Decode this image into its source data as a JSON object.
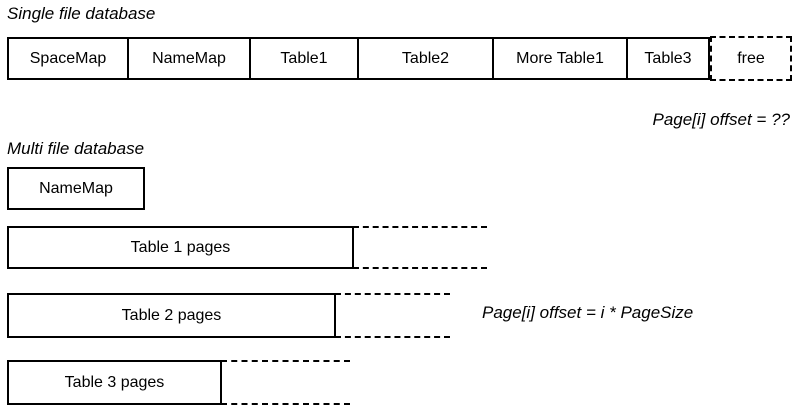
{
  "single_file": {
    "caption": "Single file database",
    "segments": [
      {
        "label": "SpaceMap",
        "kind": "solid"
      },
      {
        "label": "NameMap",
        "kind": "solid"
      },
      {
        "label": "Table1",
        "kind": "solid"
      },
      {
        "label": "Table2",
        "kind": "solid"
      },
      {
        "label": "More Table1",
        "kind": "solid"
      },
      {
        "label": "Table3",
        "kind": "solid"
      },
      {
        "label": "free",
        "kind": "dashed"
      }
    ],
    "annotation": "Page[i] offset = ??"
  },
  "multi_file": {
    "caption": "Multi file database",
    "files": [
      {
        "label": "NameMap",
        "has_dashed_tail": false
      },
      {
        "label": "Table 1 pages",
        "has_dashed_tail": true
      },
      {
        "label": "Table 2 pages",
        "has_dashed_tail": true
      },
      {
        "label": "Table 3 pages",
        "has_dashed_tail": true
      }
    ],
    "annotation": "Page[i] offset = i * PageSize"
  },
  "colors": {
    "stroke": "#000000",
    "background": "#ffffff",
    "text": "#000000"
  }
}
